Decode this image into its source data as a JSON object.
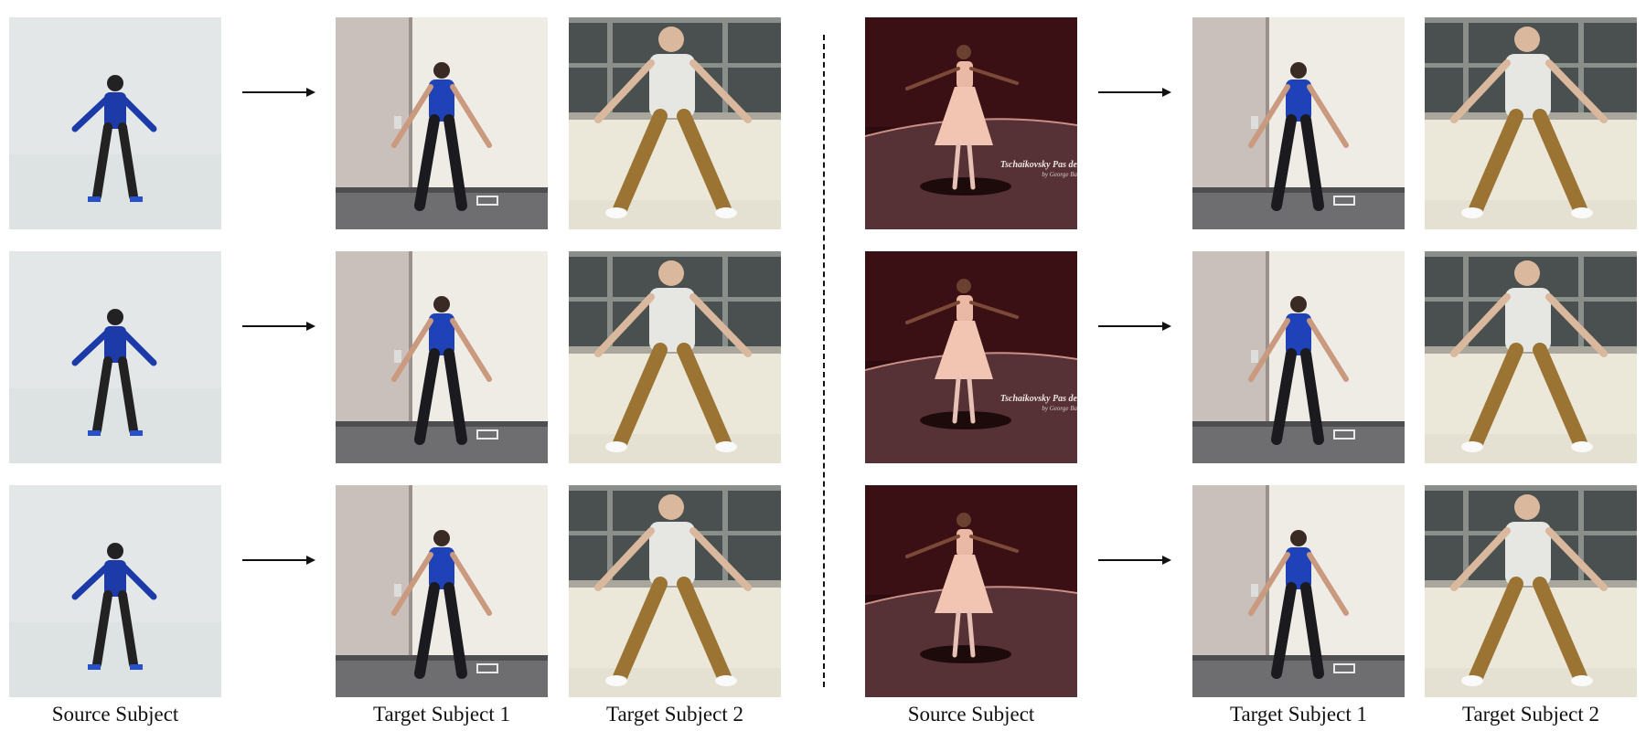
{
  "figure": {
    "labels": {
      "left_source": "Source Subject",
      "left_target1": "Target Subject 1",
      "left_target2": "Target Subject 2",
      "right_source": "Source Subject",
      "right_target1": "Target Subject 1",
      "right_target2": "Target Subject 2"
    },
    "ballet_overlay": {
      "line1": "Tschaikovsky Pas de",
      "line2": "by George Ba"
    }
  }
}
